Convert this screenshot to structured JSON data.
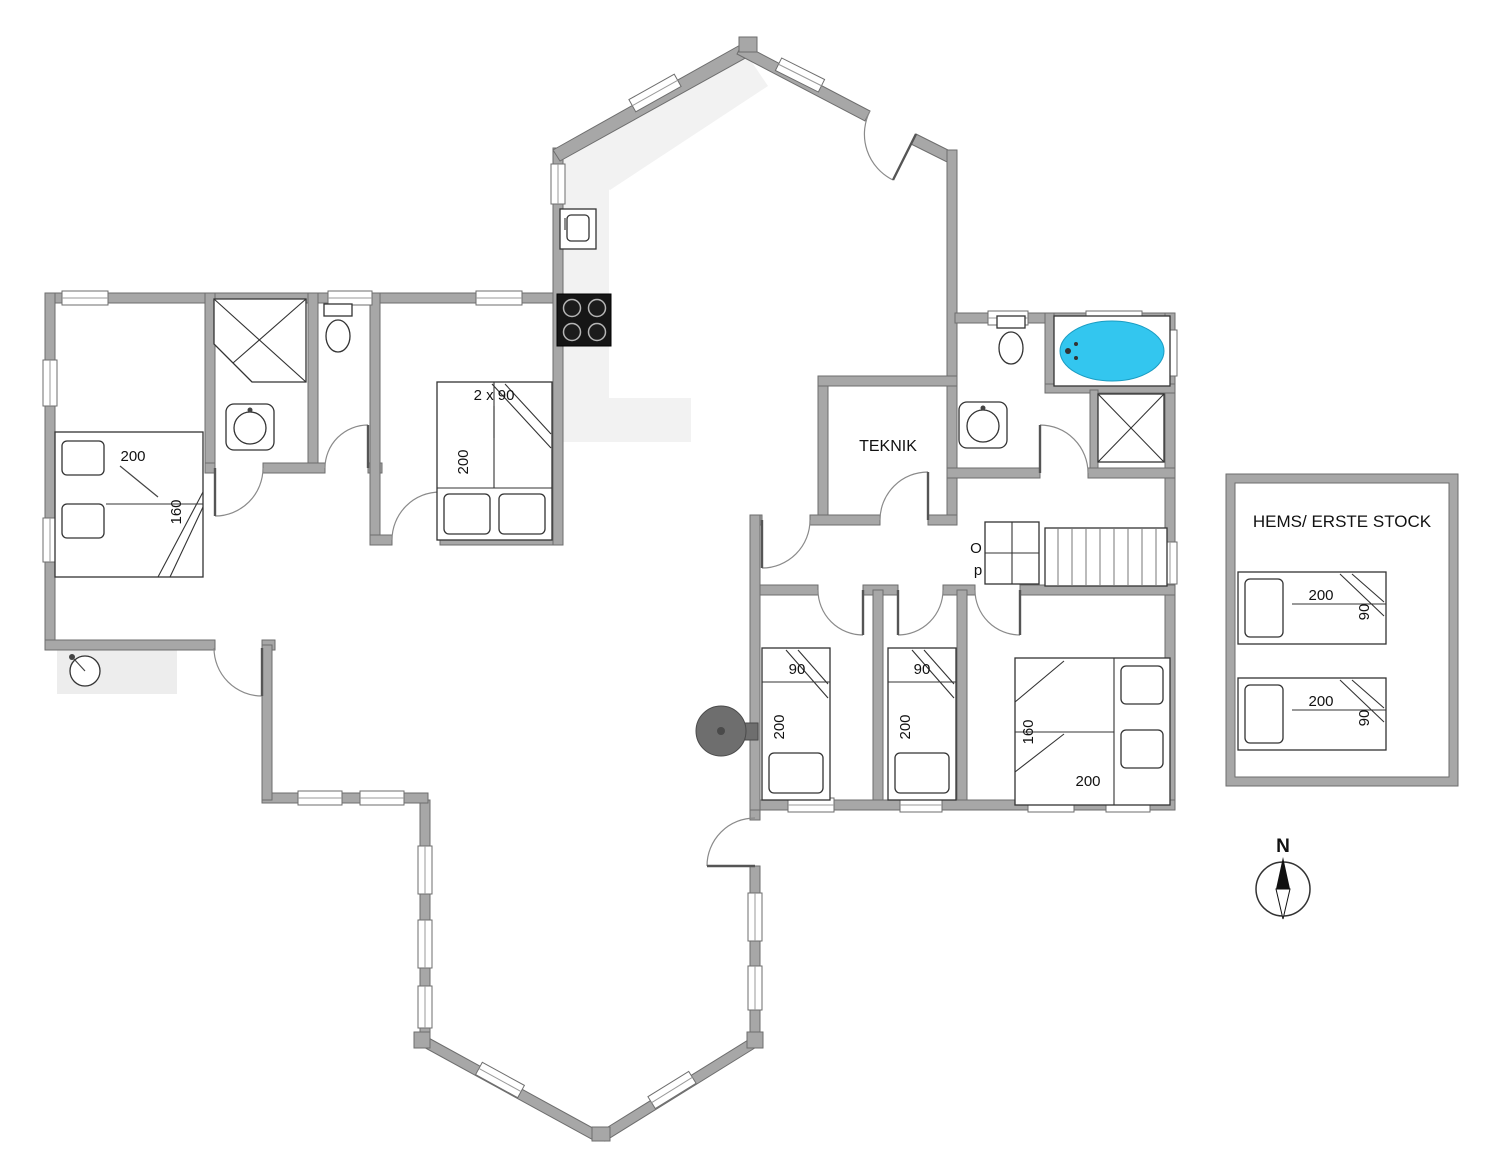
{
  "rooms": {
    "teknik": "TEKNIK"
  },
  "loft": {
    "title": "HEMS/ ERSTE STOCK"
  },
  "stairs": {
    "up_1": "O",
    "up_2": "p"
  },
  "compass": {
    "north": "N"
  },
  "beds": {
    "master": {
      "length": "200",
      "width": "160"
    },
    "double_90": {
      "label": "2 x 90",
      "length": "200"
    },
    "single_a": {
      "width": "90",
      "length": "200"
    },
    "single_b": {
      "width": "90",
      "length": "200"
    },
    "double_east": {
      "width": "160",
      "length": "200"
    },
    "hems_1": {
      "length": "200",
      "width": "90"
    },
    "hems_2": {
      "length": "200",
      "width": "90"
    }
  },
  "colors": {
    "wall": "#a7a7a7",
    "wall_outline": "#6e6e6e",
    "bathtub": "#33c6ef",
    "stove": "#161616",
    "wood_stove": "#6e6e6e",
    "floor_shade": "#f2f2f2"
  }
}
